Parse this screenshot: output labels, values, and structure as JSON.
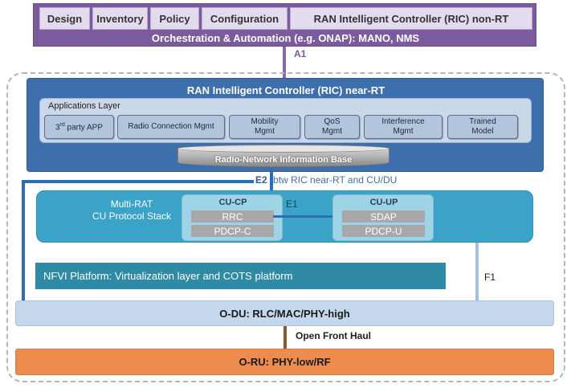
{
  "orchestration": {
    "tabs": [
      "Design",
      "Inventory",
      "Policy",
      "Configuration",
      "RAN Intelligent Controller (RIC) non-RT"
    ],
    "subtitle": "Orchestration & Automation (e.g. ONAP): MANO, NMS",
    "color": "#7b5a9e"
  },
  "interfaces": {
    "a1": "A1",
    "e2_prefix": "E2 :",
    "e2_text": "btw RIC near-RT and CU/DU",
    "e1": "E1",
    "f1": "F1",
    "fronthaul": "Open Front Haul"
  },
  "ric_near_rt": {
    "title": "RAN Intelligent Controller (RIC) near-RT",
    "apps_layer": {
      "label": "Applications Layer",
      "apps": [
        {
          "label": "3rd party APP",
          "sup": "rd",
          "prefix": "3",
          "suffix": " party APP"
        },
        {
          "label": "Radio Connection Mgmt"
        },
        {
          "label": "Mobility Mgmt",
          "line1": "Mobility",
          "line2": "Mgmt"
        },
        {
          "label": "QoS Mgmt",
          "line1": "QoS",
          "line2": "Mgmt"
        },
        {
          "label": "Interference Mgmt",
          "line1": "Interference",
          "line2": "Mgmt"
        },
        {
          "label": "Trained Model",
          "line1": "Trained",
          "line2": "Model"
        }
      ]
    },
    "rnib": "Radio-Network Information Base",
    "color": "#3d6fad"
  },
  "cu_stack": {
    "title_line1": "Multi-RAT",
    "title_line2": "CU Protocol Stack",
    "cu_cp": {
      "title": "CU-CP",
      "items": [
        "RRC",
        "PDCP-C"
      ]
    },
    "cu_up": {
      "title": "CU-UP",
      "items": [
        "SDAP",
        "PDCP-U"
      ]
    },
    "color": "#3aa3c7"
  },
  "nfvi": "NFVI Platform: Virtualization layer and COTS platform",
  "o_du": "O-DU: RLC/MAC/PHY-high",
  "o_ru": "O-RU: PHY-low/RF"
}
